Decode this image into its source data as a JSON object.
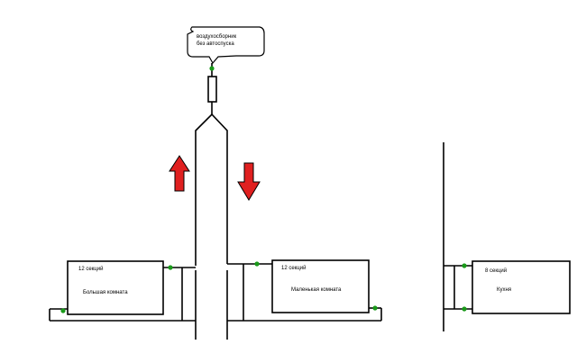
{
  "callout": {
    "line1": "воздухосборник",
    "line2": "без автоспуска"
  },
  "radiators": {
    "big_room": {
      "sections": "12 секций",
      "room": "Большая комната"
    },
    "small_room": {
      "sections": "12 секций",
      "room": "Маленькая комната"
    },
    "kitchen": {
      "sections": "8 секций",
      "room": "Кухня"
    }
  },
  "colors": {
    "pipe": "#000000",
    "valve": "#1a9a1a",
    "arrow_up": "#e02020",
    "arrow_down": "#e02020"
  },
  "icons": {
    "flow_up": "arrow-up-icon",
    "flow_down": "arrow-down-icon"
  }
}
